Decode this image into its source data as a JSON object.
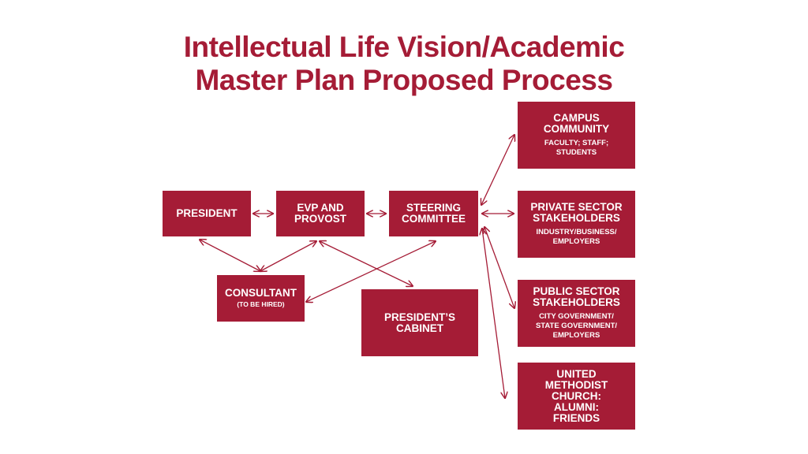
{
  "title": {
    "line1": "Intellectual Life Vision/Academic",
    "line2": "Master Plan Proposed Process"
  },
  "nodes": {
    "president": {
      "label": "PRESIDENT"
    },
    "evp": {
      "label": "EVP AND\nPROVOST"
    },
    "steering": {
      "label": "STEERING\nCOMMITTEE"
    },
    "consultant": {
      "label": "CONSULTANT",
      "sub": "(TO BE HIRED)"
    },
    "cabinet": {
      "label": "PRESIDENT’S\nCABINET"
    },
    "campus": {
      "label": "CAMPUS\nCOMMUNITY",
      "sub": "FACULTY; STAFF;\nSTUDENTS"
    },
    "private": {
      "label": "PRIVATE SECTOR\nSTAKEHOLDERS",
      "sub": "INDUSTRY/BUSINESS/\nEMPLOYERS"
    },
    "public": {
      "label": "PUBLIC SECTOR\nSTAKEHOLDERS",
      "sub": "CITY GOVERNMENT/\nSTATE GOVERNMENT/\nEMPLOYERS"
    },
    "church": {
      "label": "UNITED\nMETHODIST\nCHURCH:\nALUMNI:\nFRIENDS"
    }
  },
  "colors": {
    "accent": "#a51c36",
    "background": "#ffffff"
  }
}
